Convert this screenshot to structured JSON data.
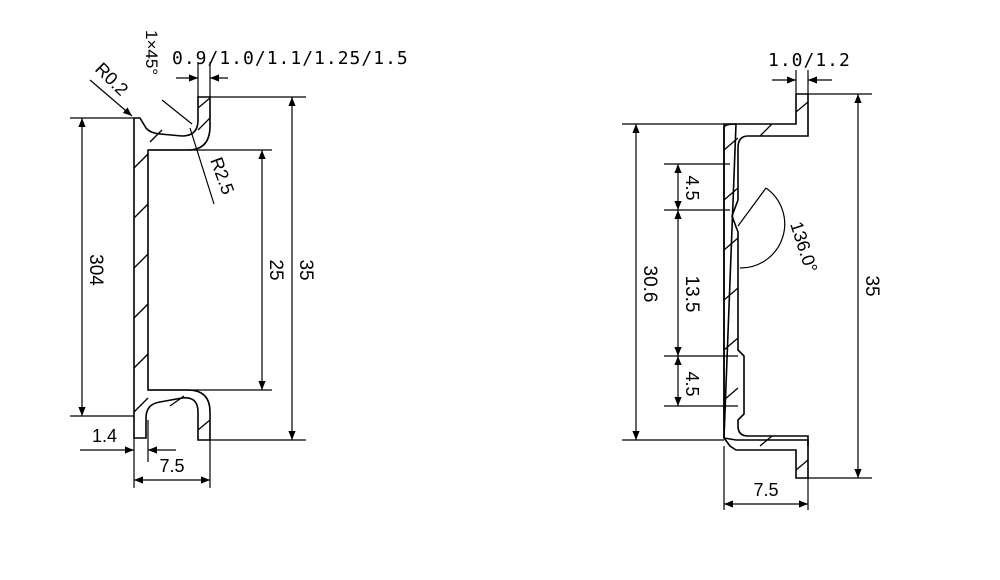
{
  "colors": {
    "line": "#000000",
    "background": "#ffffff"
  },
  "left_profile": {
    "thickness_label": "0.9/1.0/1.1/1.25/1.5",
    "chamfer_label": "1×45°",
    "outer_radius_label": "R0.2",
    "inner_radius_label": "R2.5",
    "inner_height_label": "304",
    "slot_height_label": "25",
    "overall_height_label": "35",
    "wall_label": "1.4",
    "depth_label": "7.5"
  },
  "right_profile": {
    "thickness_label": "1.0/1.2",
    "angle_label": "136.0°",
    "inner_height_label": "30.6",
    "top_notch_label": "4.5",
    "middle_label": "13.5",
    "bottom_notch_label": "4.5",
    "overall_height_label": "35",
    "depth_label": "7.5"
  }
}
